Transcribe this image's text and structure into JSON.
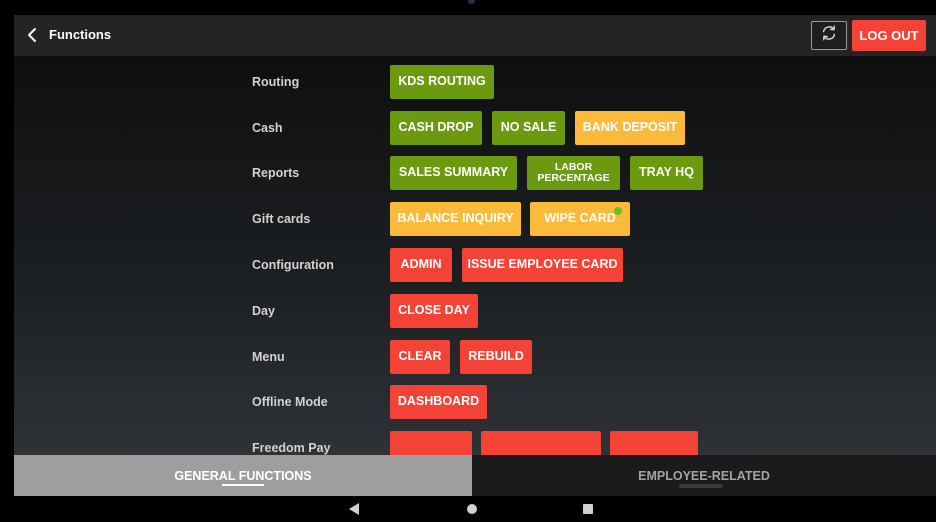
{
  "header": {
    "title": "Functions",
    "logout_label": "LOG OUT",
    "back_icon": "chevron-left-icon",
    "refresh_icon": "refresh-icon"
  },
  "colors": {
    "green": "#6c9a0e",
    "yellow": "#fbba3a",
    "red": "#f44336",
    "header_bg": "#242424",
    "active_tab_bg": "#9e9e9e"
  },
  "functions": {
    "rows": [
      {
        "label": "Routing",
        "buttons": [
          {
            "label": "KDS ROUTING",
            "color": "green"
          }
        ]
      },
      {
        "label": "Cash",
        "buttons": [
          {
            "label": "CASH DROP",
            "color": "green"
          },
          {
            "label": "NO SALE",
            "color": "green"
          },
          {
            "label": "BANK DEPOSIT",
            "color": "yellow"
          }
        ]
      },
      {
        "label": "Reports",
        "buttons": [
          {
            "label": "SALES SUMMARY",
            "color": "green"
          },
          {
            "label_line1": "LABOR",
            "label_line2": "PERCENTAGE",
            "color": "green"
          },
          {
            "label": "TRAY HQ",
            "color": "green"
          }
        ]
      },
      {
        "label": "Gift cards",
        "buttons": [
          {
            "label": "BALANCE INQUIRY",
            "color": "yellow"
          },
          {
            "label": "WIPE CARD",
            "color": "yellow"
          }
        ]
      },
      {
        "label": "Configuration",
        "buttons": [
          {
            "label": "ADMIN",
            "color": "red"
          },
          {
            "label": "ISSUE EMPLOYEE CARD",
            "color": "red"
          }
        ]
      },
      {
        "label": "Day",
        "buttons": [
          {
            "label": "CLOSE DAY",
            "color": "red"
          }
        ]
      },
      {
        "label": "Menu",
        "buttons": [
          {
            "label": "CLEAR",
            "color": "red"
          },
          {
            "label": "REBUILD",
            "color": "red"
          }
        ]
      },
      {
        "label": "Offline Mode",
        "buttons": [
          {
            "label": "DASHBOARD",
            "color": "red"
          }
        ]
      },
      {
        "label": "Freedom Pay",
        "buttons": [
          {
            "label": "",
            "color": "red"
          },
          {
            "label": "",
            "color": "red"
          },
          {
            "label": "",
            "color": "red"
          }
        ]
      }
    ]
  },
  "tabs": {
    "general": "GENERAL FUNCTIONS",
    "employee": "EMPLOYEE-RELATED"
  },
  "navbar": {
    "back_icon": "triangle-back-icon",
    "home_icon": "circle-home-icon",
    "recents_icon": "square-recents-icon"
  }
}
